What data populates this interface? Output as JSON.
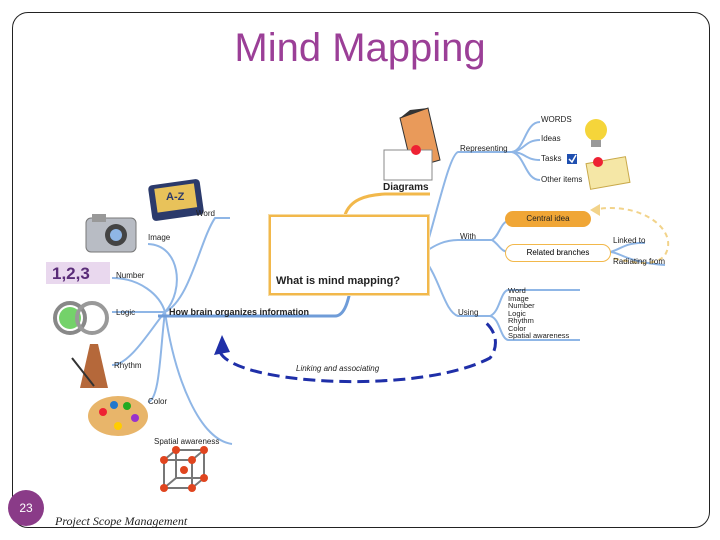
{
  "title": "Mind Mapping",
  "slide_number": "23",
  "footer": "Project Scope Management",
  "center": {
    "label": "What is mind mapping?"
  },
  "left_branch": {
    "label": "How brain organizes information",
    "items": [
      "Word",
      "Image",
      "Number",
      "Logic",
      "Rhythm",
      "Color",
      "Spatial awareness"
    ],
    "number_icon_text": "1,2,3",
    "book_icon_text": "A-Z"
  },
  "right_branches": {
    "diagrams": "Diagrams",
    "representing": "Representing",
    "representing_items": [
      "WORDS",
      "Ideas",
      "Tasks",
      "Other items"
    ],
    "with": "With",
    "central_idea": "Central idea",
    "related_branches": "Related branches",
    "linked_to": "Linked to",
    "radiating_from": "Radiating from",
    "using": "Using",
    "using_items": [
      "Word",
      "Image",
      "Number",
      "Logic",
      "Rhythm",
      "Color",
      "Spatial awareness"
    ]
  },
  "linking": "Linking and associating",
  "colors": {
    "title": "#9b3f97",
    "branch": "#8fb6e6",
    "accent": "#f2b84b",
    "dash": "#1f2fa8"
  }
}
